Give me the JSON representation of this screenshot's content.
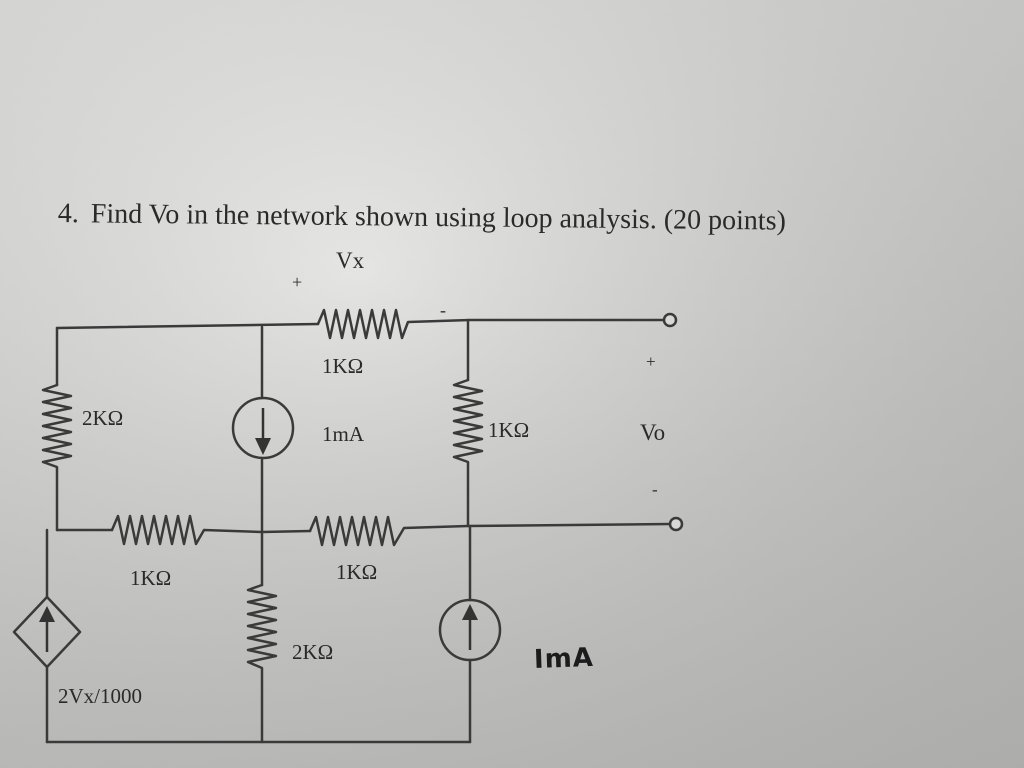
{
  "question": {
    "number": "4.",
    "text": "Find Vo in the network shown using loop analysis. (20 points)"
  },
  "circuit": {
    "vx_label": "Vx",
    "vx_plus": "+",
    "vx_minus": "-",
    "r_top": "1KΩ",
    "r_left": "2KΩ",
    "current_source_top": "1mA",
    "r_right": "1KΩ",
    "vo_plus": "+",
    "vo_label": "Vo",
    "vo_minus": "-",
    "r_mid_left": "1KΩ",
    "r_mid_right": "1KΩ",
    "dependent_source": "2Vx/1000",
    "r_bottom": "2KΩ",
    "handwritten_current": "ImA"
  }
}
